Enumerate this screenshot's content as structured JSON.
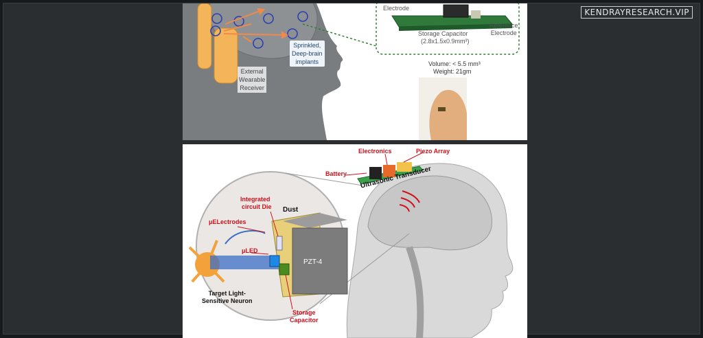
{
  "watermark": "KENDRAYRESEARCH.VIP",
  "top": {
    "receiver_label": "External\nWearable\nReceiver",
    "implants_label": "Sprinkled,\nDeep-brain\nimplants",
    "chip": {
      "electrode": "Electrode",
      "storage_capacitor": "Storage Capacitor",
      "capacitor_size": "(2.8x1.5x0.9mm³)",
      "reference_electrode": "Reference\nElectrode"
    },
    "volume": "Volume: < 5.5 mm³",
    "weight": "Weight: 21gm"
  },
  "bottom": {
    "electronics": "Electronics",
    "piezo_array": "Piezo Array",
    "battery": "Battery",
    "ultrasonic_transducer": "Ultrasonic Transducer",
    "integrated": "Integrated",
    "circuit_die": "circuit  Die",
    "dust": "Dust",
    "electrodes": "μELectrodes",
    "led": "μLED",
    "pzt": "PZT-4",
    "target": "Target Light-\nSensitive Neuron",
    "storage": "Storage\nCapacitor"
  },
  "colors": {
    "background": "#171a1c",
    "head_gray": "#7a7d80",
    "receiver_orange": "#f4b45a",
    "implant_blue": "#2c3fb0",
    "arrow_orange": "#f08a4b",
    "dotted_green": "#2e7d32",
    "label_red": "#d0111c"
  }
}
